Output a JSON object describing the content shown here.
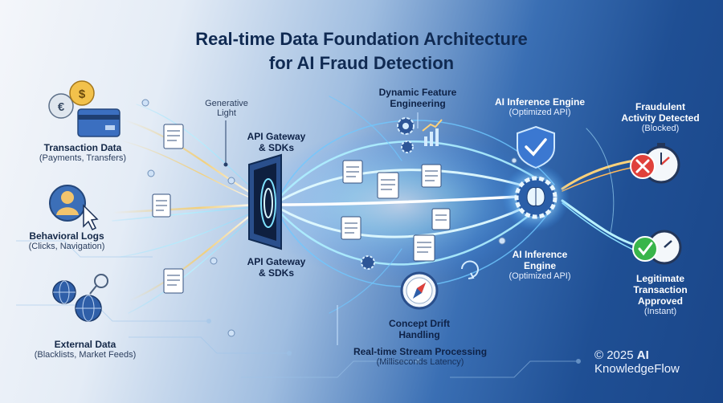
{
  "title": {
    "line1": "Real-time Data Foundation Architecture",
    "line2": "for AI Fraud Detection"
  },
  "sources": [
    {
      "name": "Transaction Data",
      "detail": "(Payments, Transfers)",
      "icon": "credit-card-coins-icon"
    },
    {
      "name": "Behavioral Logs",
      "detail": "(Clicks, Navigation)",
      "icon": "user-cursor-icon"
    },
    {
      "name": "External Data",
      "detail": "(Blacklists, Market Feeds)",
      "icon": "globe-network-icon"
    }
  ],
  "generative_light": {
    "line1": "Generative",
    "line2": "Light"
  },
  "gateway_top": {
    "line1": "API Gateway",
    "line2": "& SDKs"
  },
  "gateway_bottom": {
    "line1": "API Gateway",
    "line2": "& SDKs"
  },
  "feature_engineering": {
    "line1": "Dynamic Feature",
    "line2": "Engineering"
  },
  "inference_top": {
    "name": "AI Inference Engine",
    "detail": "(Optimized API)"
  },
  "inference_bottom": {
    "line1": "AI Inference",
    "line2": "Engine",
    "detail": "(Optimized API)"
  },
  "concept_drift": {
    "line1": "Concept Drift",
    "line2": "Handling"
  },
  "stream_processing": {
    "name": "Real-time Stream Processing",
    "detail": "(Milliseconds Latency)"
  },
  "fraud_outcome": {
    "line1": "Fraudulent",
    "line2": "Activity Detected",
    "detail": "(Blocked)"
  },
  "legit_outcome": {
    "line1": "Legitimate",
    "line2": "Transaction",
    "line3": "Approved",
    "detail": "(Instant)"
  },
  "copyright": {
    "line1_prefix": "© 2025 ",
    "line1_bold": "AI",
    "line2": "KnowledgeFlow"
  },
  "colors": {
    "navy": "#102a52",
    "flow_blue": "#5fd0ff",
    "flow_gold": "#f3c35a",
    "fraud_red": "#e0413b",
    "legit_green": "#39b54a"
  }
}
